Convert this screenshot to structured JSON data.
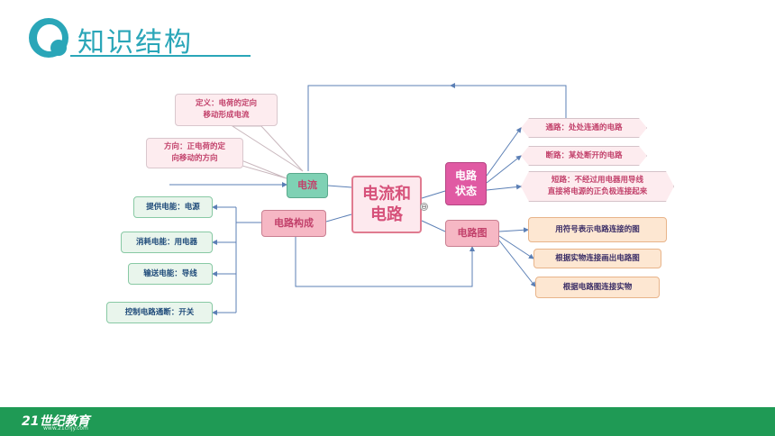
{
  "header": {
    "title": "知识结构",
    "icon": "magnifier-icon"
  },
  "center": {
    "label": "电流和\n电路"
  },
  "nodes": {
    "current": "电流",
    "composition": "电路构成",
    "state": "电路\n状态",
    "diagram": "电路图"
  },
  "notes": {
    "definition": "定义：电荷的定向\n移动形成电流",
    "direction": "方向：正电荷的定\n向移动的方向"
  },
  "composition_items": [
    "提供电能：电源",
    "消耗电能：用电器",
    "输送电能：导线",
    "控制电路通断：开关"
  ],
  "state_items": [
    "通路：处处连通的电路",
    "断路：某处断开的电路",
    "短路：不经过用电器用导线\n直接将电源的正负极连接起来"
  ],
  "diagram_items": [
    "用符号表示电路连接的图",
    "根据实物连接画出电路图",
    "根据电路图连接实物"
  ],
  "collapse_symbol": "⊖",
  "footer": {
    "brand": "21世纪教育",
    "url": "www.21cnjy.com"
  },
  "colors": {
    "accent": "#2aa6b8",
    "footer": "#1f9a55"
  }
}
